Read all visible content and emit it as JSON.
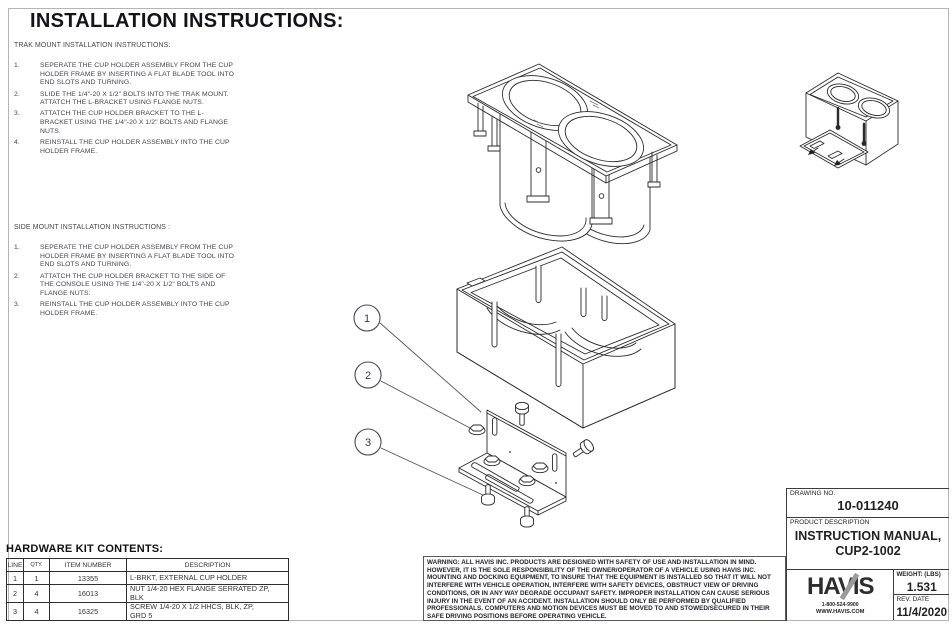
{
  "page_title": "INSTALLATION INSTRUCTIONS:",
  "trak_mount": {
    "heading": "TRAK MOUNT INSTALLATION INSTRUCTIONS:",
    "steps": [
      {
        "num": "1.",
        "text": "SEPERATE THE CUP HOLDER ASSEMBLY FROM THE CUP HOLDER FRAME BY INSERTING A FLAT BLADE TOOL INTO END SLOTS AND TURNING."
      },
      {
        "num": "2.",
        "text": "SLIDE THE 1/4\"-20 X 1/2\" BOLTS INTO THE TRAK MOUNT. ATTATCH THE L-BRACKET USING FLANGE NUTS."
      },
      {
        "num": "3.",
        "text": "ATTATCH THE CUP HOLDER BRACKET TO THE L-BRACKET USING THE 1/4\"-20 X 1/2\" BOLTS AND FLANGE NUTS."
      },
      {
        "num": "4.",
        "text": "REINSTALL THE CUP HOLDER ASSEMBLY INTO THE CUP HOLDER FRAME."
      }
    ]
  },
  "side_mount": {
    "heading": "SIDE MOUNT INSTALLATION INSTRUCTIONS :",
    "steps": [
      {
        "num": "1.",
        "text": "SEPERATE THE CUP HOLDER ASSEMBLY FROM THE CUP HOLDER FRAME BY INSERTING A FLAT BLADE TOOL INTO END SLOTS AND TURNING."
      },
      {
        "num": "2.",
        "text": "ATTATCH THE CUP HOLDER BRACKET TO THE SIDE OF THE CONSOLE USING THE 1/4\"-20 X 1/2\" BOLTS AND FLANGE NUTS."
      },
      {
        "num": "3.",
        "text": "REINSTALL THE CUP HOLDER ASSEMBLY INTO THE CUP HOLDER FRAME."
      }
    ]
  },
  "callouts": [
    "1",
    "2",
    "3"
  ],
  "hardware_kit": {
    "heading": "HARDWARE KIT CONTENTS:",
    "columns": [
      "LINE",
      "QTY.",
      "ITEM NUMBER",
      "DESCRIPTION"
    ],
    "rows": [
      {
        "line": "1",
        "qty": "1",
        "item_number": "13355",
        "description": "L-BRKT, EXTERNAL CUP HOLDER"
      },
      {
        "line": "2",
        "qty": "4",
        "item_number": "16013",
        "description": "NUT 1/4-20 HEX FLANGE SERRATED ZP, BLK"
      },
      {
        "line": "3",
        "qty": "4",
        "item_number": "16325",
        "description": "SCREW 1/4-20 X 1/2 HHCS, BLK, ZP, GRD 5"
      }
    ]
  },
  "warning_text": "WARNING:  ALL HAVIS INC. PRODUCTS ARE DESIGNED WITH SAFETY OF USE AND INSTALLATION IN MIND.  HOWEVER, IT IS THE SOLE RESPONSIBILITY OF THE OWNER/OPERATOR OF A VEHICLE USING HAVIS INC. MOUNTING AND DOCKING EQUIPMENT, TO INSURE THAT THE EQUIPMENT IS INSTALLED SO THAT IT WILL NOT INTERFERE WITH VEHICLE OPERATION, INTERFERE WITH SAFETY DEVICES, OBSTRUCT VIEW OF DRIVING CONDITIONS, OR IN ANY WAY DEGRADE OCCUPANT SAFETY.  IMPROPER INSTALLATION CAN CAUSE SERIOUS INJURY IN THE EVENT OF AN ACCIDENT.  INSTALLATION SHOULD ONLY BE PERFORMED BY QUALIFIED PROFESSIONALS.  COMPUTERS AND MOTION DEVICES MUST BE MOVED TO AND STOWED/SECURED IN THEIR SAFE DRIVING POSITIONS BEFORE OPERATING VEHICLE.",
  "title_block": {
    "drawing_no_label": "DRAWING NO.",
    "drawing_no": "10-011240",
    "product_description_label": "PRODUCT DESCRIPTION",
    "product_description": [
      "INSTRUCTION MANUAL,",
      "CUP2-1002"
    ],
    "brand": "HAVIS",
    "phone": "1-800-524-9900",
    "website": "WWW.HAVIS.COM",
    "weight_label": "WEIGHT: (LBS)",
    "weight_value": "1.531",
    "rev_date_label": "REV. DATE",
    "rev_date_value": "11/4/2020"
  },
  "colors": {
    "line_art": "#2b2b2b",
    "body_text": "#46464c",
    "sheet_border": "#b4b4b4",
    "logo_gray": "#9b9b9b"
  }
}
